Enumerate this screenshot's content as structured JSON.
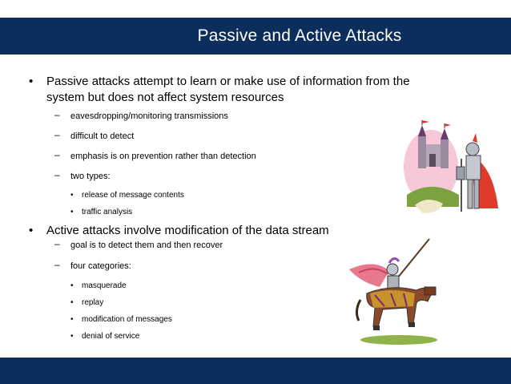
{
  "slide": {
    "title": "Passive and Active Attacks",
    "passive": {
      "text_line1": "Passive attacks attempt to learn or make use of information from the",
      "text_line2": "system but does not affect system resources",
      "subpoints": [
        "eavesdropping/monitoring transmissions",
        "difficult to detect",
        "emphasis is on prevention rather than detection",
        "two types:"
      ],
      "types": [
        "release of message contents",
        "traffic analysis"
      ]
    },
    "active": {
      "text": "Active attacks involve modification of the data stream",
      "subpoints": [
        "goal is to detect them and then recover",
        "four categories:"
      ],
      "categories": [
        "masquerade",
        "replay",
        "modification of messages",
        "denial of service"
      ]
    }
  },
  "colors": {
    "title_bar": "#0b2e5c",
    "text": "#000000"
  },
  "icons": {
    "bullet": "•",
    "dash": "–",
    "art_castle": "castle-knight-clipart",
    "art_horse": "jousting-knight-clipart"
  }
}
